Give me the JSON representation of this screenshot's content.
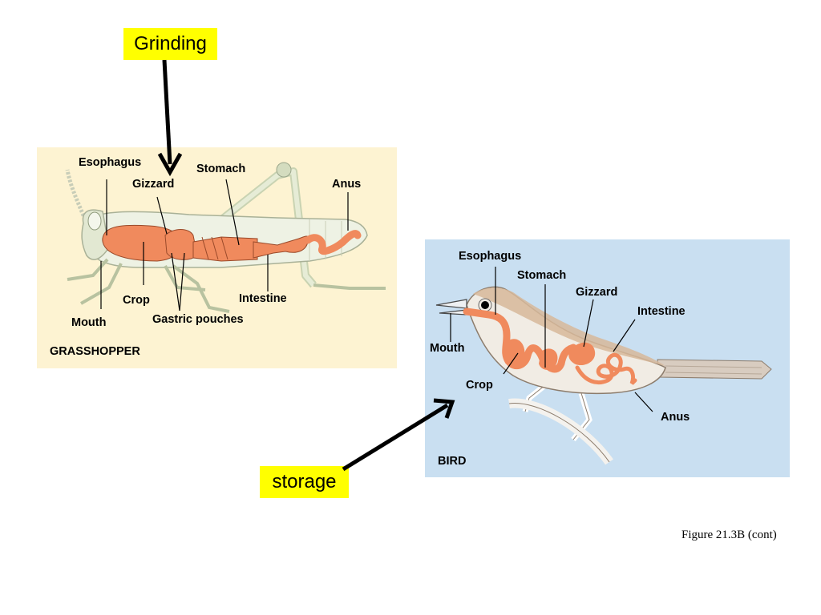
{
  "callouts": {
    "grinding": "Grinding",
    "storage": "storage"
  },
  "grasshopper": {
    "title": "GRASSHOPPER",
    "labels": {
      "esophagus": "Esophagus",
      "gizzard": "Gizzard",
      "stomach": "Stomach",
      "anus": "Anus",
      "crop": "Crop",
      "intestine": "Intestine",
      "mouth": "Mouth",
      "gastric_pouches": "Gastric pouches"
    }
  },
  "bird": {
    "title": "BIRD",
    "labels": {
      "esophagus": "Esophagus",
      "stomach": "Stomach",
      "gizzard": "Gizzard",
      "intestine": "Intestine",
      "mouth": "Mouth",
      "crop": "Crop",
      "anus": "Anus"
    }
  },
  "caption": "Figure 21.3B (cont)",
  "colors": {
    "organ": "#f08a5d",
    "grasshopper_panel": "#fdf3d2",
    "bird_panel": "#c9dff1",
    "callout_bg": "#ffff00"
  }
}
